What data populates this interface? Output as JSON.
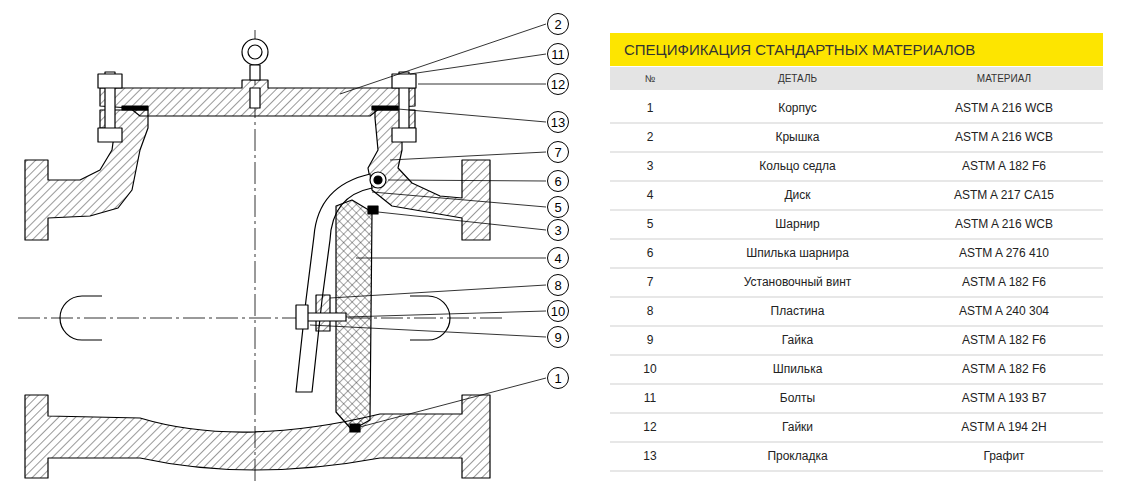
{
  "diagram": {
    "nodes": [
      {
        "text": [
          "2"
        ]
      },
      {
        "text": [
          "11"
        ]
      },
      {
        "text": [
          "12"
        ]
      },
      {
        "text": [
          "13"
        ]
      },
      {
        "text": [
          "7"
        ]
      },
      {
        "text": [
          "6"
        ]
      },
      {
        "text": [
          "5"
        ]
      },
      {
        "text": [
          "3"
        ]
      },
      {
        "text": [
          "4"
        ]
      },
      {
        "text": [
          "8"
        ]
      },
      {
        "text": [
          "10"
        ]
      },
      {
        "text": [
          "9"
        ]
      },
      {
        "text": [
          "1"
        ]
      },
      {
        "text": [
          "СПЕЦИФИКАЦИЯ СТАНДАРТНЫХ МАТЕРИАЛОВ"
        ]
      },
      {
        "text": [
          "№",
          "ДЕТАЛЬ",
          "МАТЕРИАЛ"
        ]
      }
    ],
    "labels": [
      "1",
      "Корпус",
      "ASTM A 216 WCB",
      "2",
      "Крышка",
      "ASTM A 216 WCB",
      "3",
      "Кольцо седла",
      "ASTM A 182 F6",
      "4",
      "Диск",
      "ASTM A 217 CA15",
      "5",
      "Шарнир",
      "ASTM A 216 WCB",
      "6",
      "Шпилька шарнира",
      "ASTM A 276 410",
      "7",
      "Установочный винт",
      "ASTM A 182 F6",
      "8",
      "Пластина",
      "ASTM A 240 304",
      "9",
      "Гайка",
      "ASTM A 182 F6",
      "10",
      "Шпилька",
      "ASTM A 182 F6",
      "11",
      "Болты",
      "ASTM A 193 B7",
      "12",
      "Гайки",
      "ASTM A 194 2H",
      "13",
      "Прокладка",
      "Графит"
    ]
  }
}
